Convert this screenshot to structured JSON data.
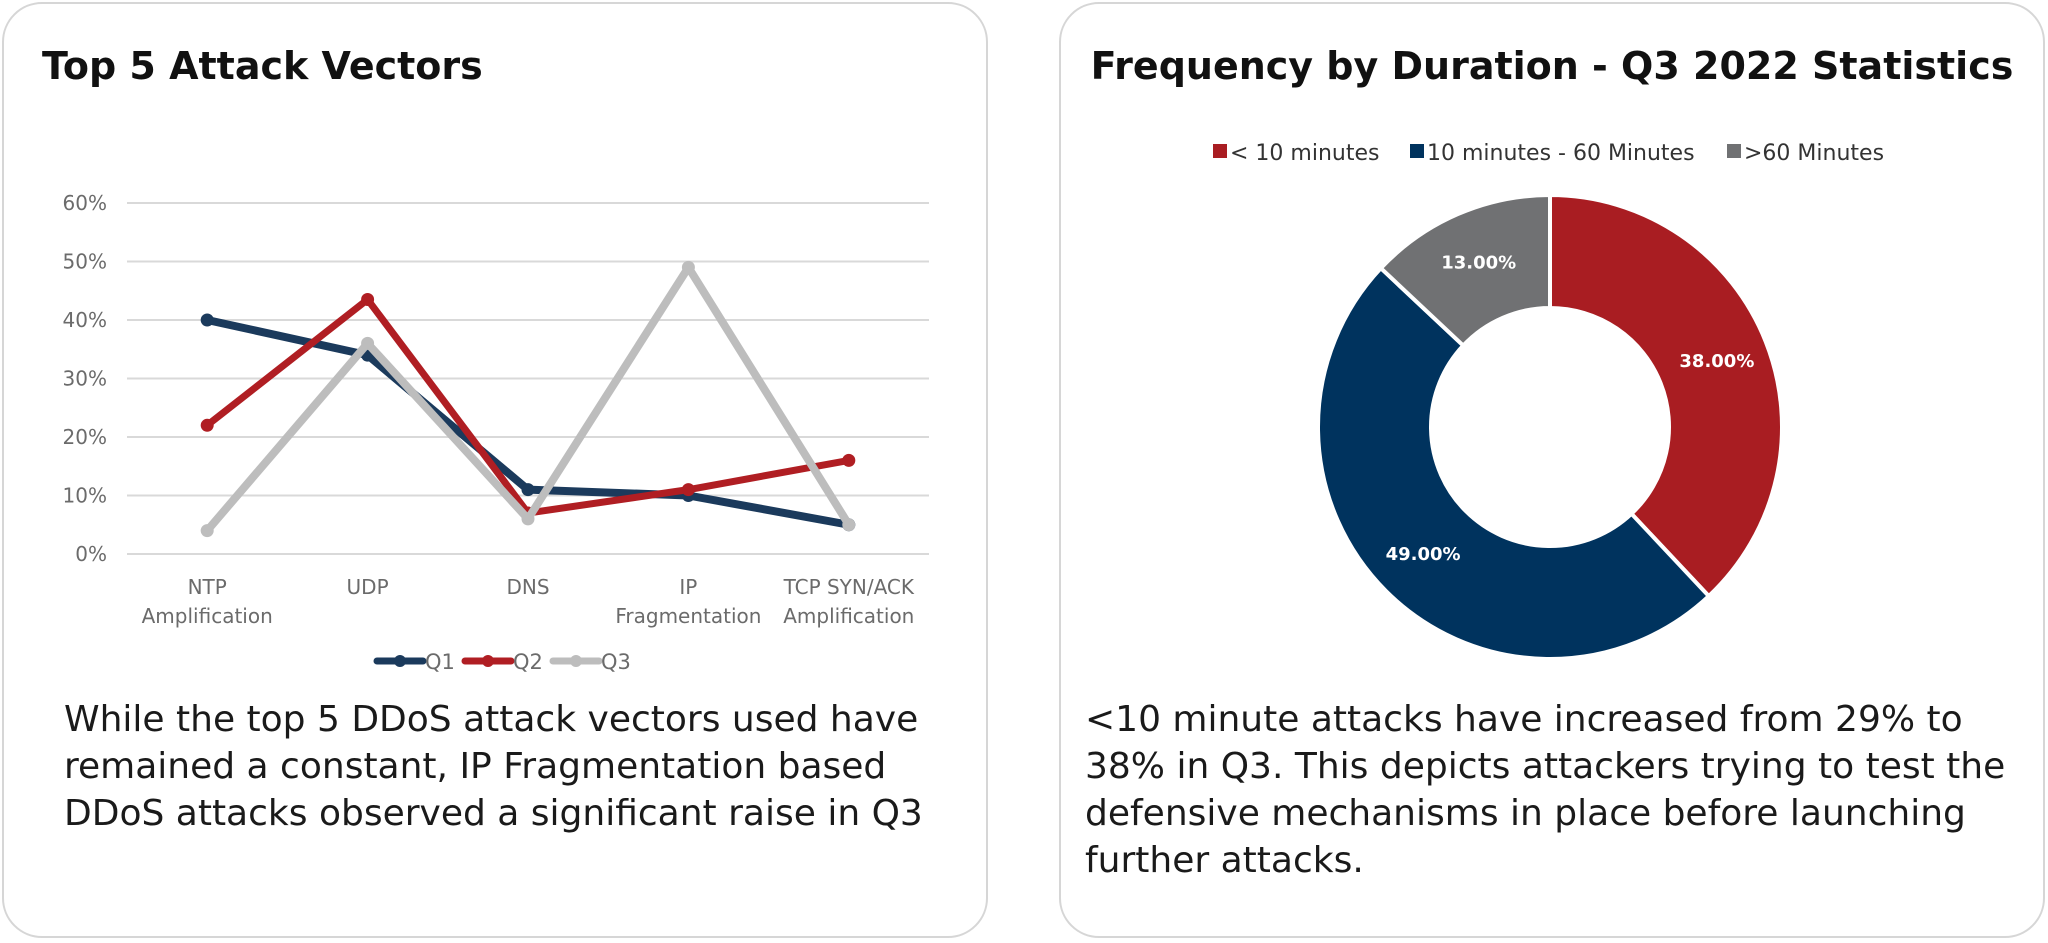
{
  "left_panel": {
    "title": "Top 5 Attack Vectors",
    "caption": "While the top 5 DDoS attack vectors used have remained a constant, IP Fragmentation based DDoS attacks observed a significant raise in Q3"
  },
  "right_panel": {
    "title": "Frequency by Duration - Q3 2022 Statistics",
    "caption": "<10 minute attacks have increased from 29% to 38% in Q3. This depicts attackers trying to test the defensive mechanisms in place before launching further attacks."
  },
  "chart_data": [
    {
      "type": "line",
      "title": "Top 5 Attack Vectors",
      "categories": [
        [
          "NTP",
          "Amplification"
        ],
        [
          "UDP"
        ],
        [
          "DNS"
        ],
        [
          "IP",
          "Fragmentation"
        ],
        [
          "TCP SYN/ACK",
          "Amplification"
        ]
      ],
      "y_ticks": [
        "0%",
        "10%",
        "20%",
        "30%",
        "40%",
        "50%",
        "60%"
      ],
      "ylim": [
        0,
        60
      ],
      "grid": true,
      "legend_position": "bottom",
      "series": [
        {
          "name": "Q1",
          "color": "#1b3a5c",
          "values": [
            40,
            34,
            11,
            10,
            5
          ]
        },
        {
          "name": "Q2",
          "color": "#b01e23",
          "values": [
            22,
            43.5,
            7,
            11,
            16
          ]
        },
        {
          "name": "Q3",
          "color": "#bdbdbd",
          "values": [
            4,
            36,
            6,
            49,
            5
          ]
        }
      ]
    },
    {
      "type": "pie",
      "title": "Frequency by Duration - Q3 2022 Statistics",
      "donut": true,
      "legend_position": "top",
      "slices": [
        {
          "label": "< 10 minutes",
          "value": 38,
          "display": "38.00%",
          "color": "#a91d22"
        },
        {
          "label": "10 minutes - 60 Minutes",
          "value": 49,
          "display": "49.00%",
          "color": "#00335e"
        },
        {
          "label": ">60 Minutes",
          "value": 13,
          "display": "13.00%",
          "color": "#707173"
        }
      ]
    }
  ]
}
